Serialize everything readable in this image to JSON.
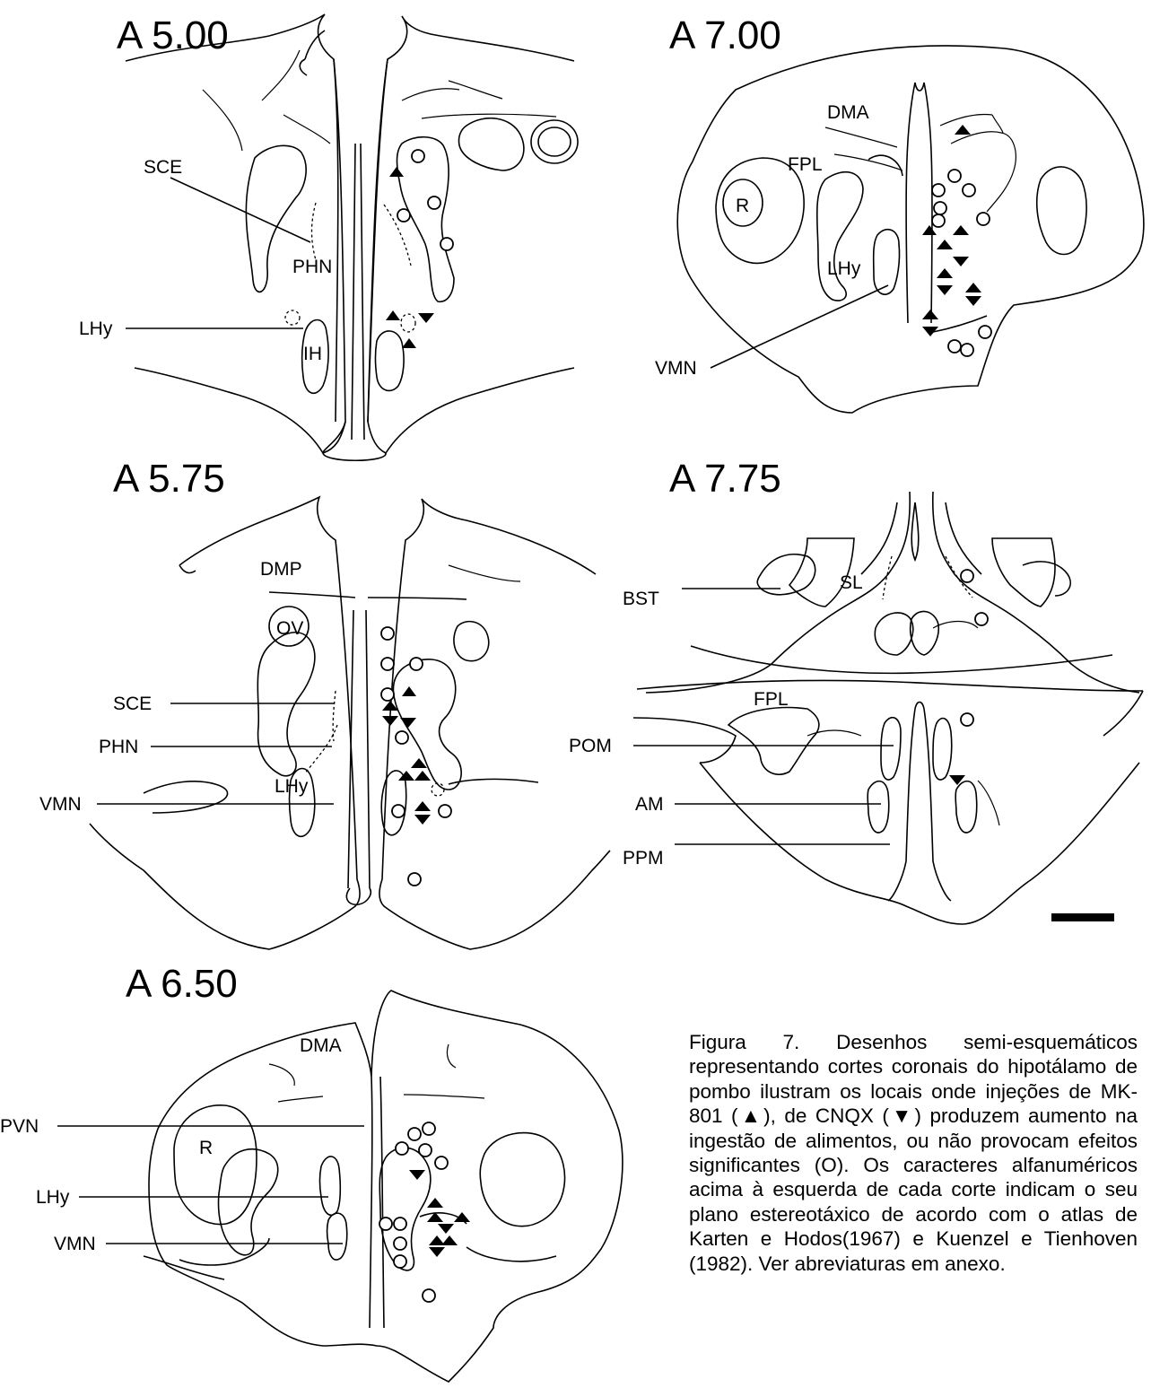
{
  "figure": {
    "panels": [
      {
        "id": "A500",
        "title": "A 5.00",
        "labels": [
          "SCE",
          "PHN",
          "LHy",
          "IH"
        ]
      },
      {
        "id": "A700",
        "title": "A 7.00",
        "labels": [
          "DMA",
          "FPL",
          "R",
          "LHy",
          "VMN"
        ]
      },
      {
        "id": "A575",
        "title": "A 5.75",
        "labels": [
          "DMP",
          "OV",
          "SCE",
          "PHN",
          "LHy",
          "VMN"
        ]
      },
      {
        "id": "A775",
        "title": "A 7.75",
        "labels": [
          "BST",
          "SL",
          "FPL",
          "POM",
          "AM",
          "PPM"
        ]
      },
      {
        "id": "A650",
        "title": "A 6.50",
        "labels": [
          "DMA",
          "R",
          "PVN",
          "LHy",
          "VMN"
        ]
      }
    ],
    "legend": {
      "mk801": "MK-801",
      "cnqx": "CNQX",
      "no_effect": "não provocam efeitos significantes"
    },
    "caption": "Figura 7. Desenhos semi-esquemáticos representando cortes coronais do hipotálamo de pombo ilustram os locais onde injeções de MK-801 (▲), de CNQX (▼) produzem aumento na ingestão de alimentos, ou não provocam efeitos significantes (O). Os caracteres alfanuméricos acima à esquerda de cada corte indicam o seu plano estereotáxico de acordo com o atlas de Karten e Hodos(1967) e Kuenzel e Tienhoven (1982). Ver abreviaturas em anexo."
  }
}
